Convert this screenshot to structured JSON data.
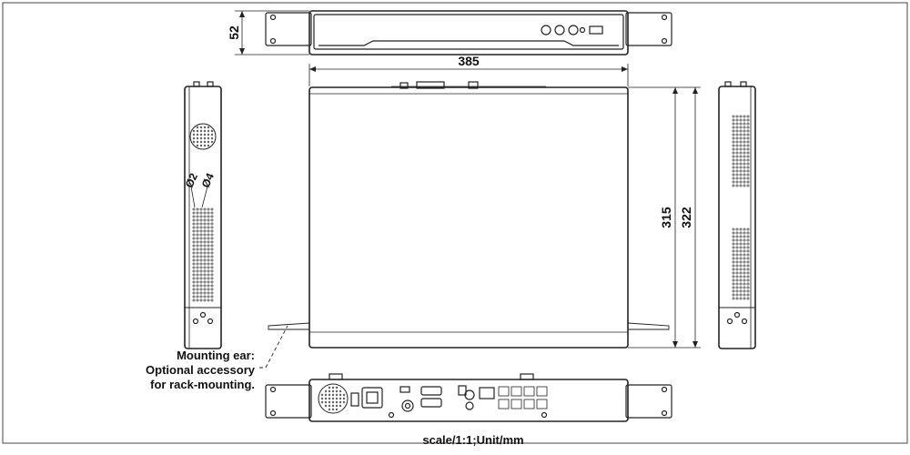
{
  "dimensions": {
    "front_height": "52",
    "top_width": "385",
    "depth_inner": "315",
    "depth_outer": "322",
    "hole_small": "Ø2",
    "hole_large": "Ø4"
  },
  "annotation": {
    "line1": "Mounting ear:",
    "line2": "Optional accessory",
    "line3": "for rack-mounting."
  },
  "footer": {
    "scale": "scale/1:1;Unit/mm"
  }
}
